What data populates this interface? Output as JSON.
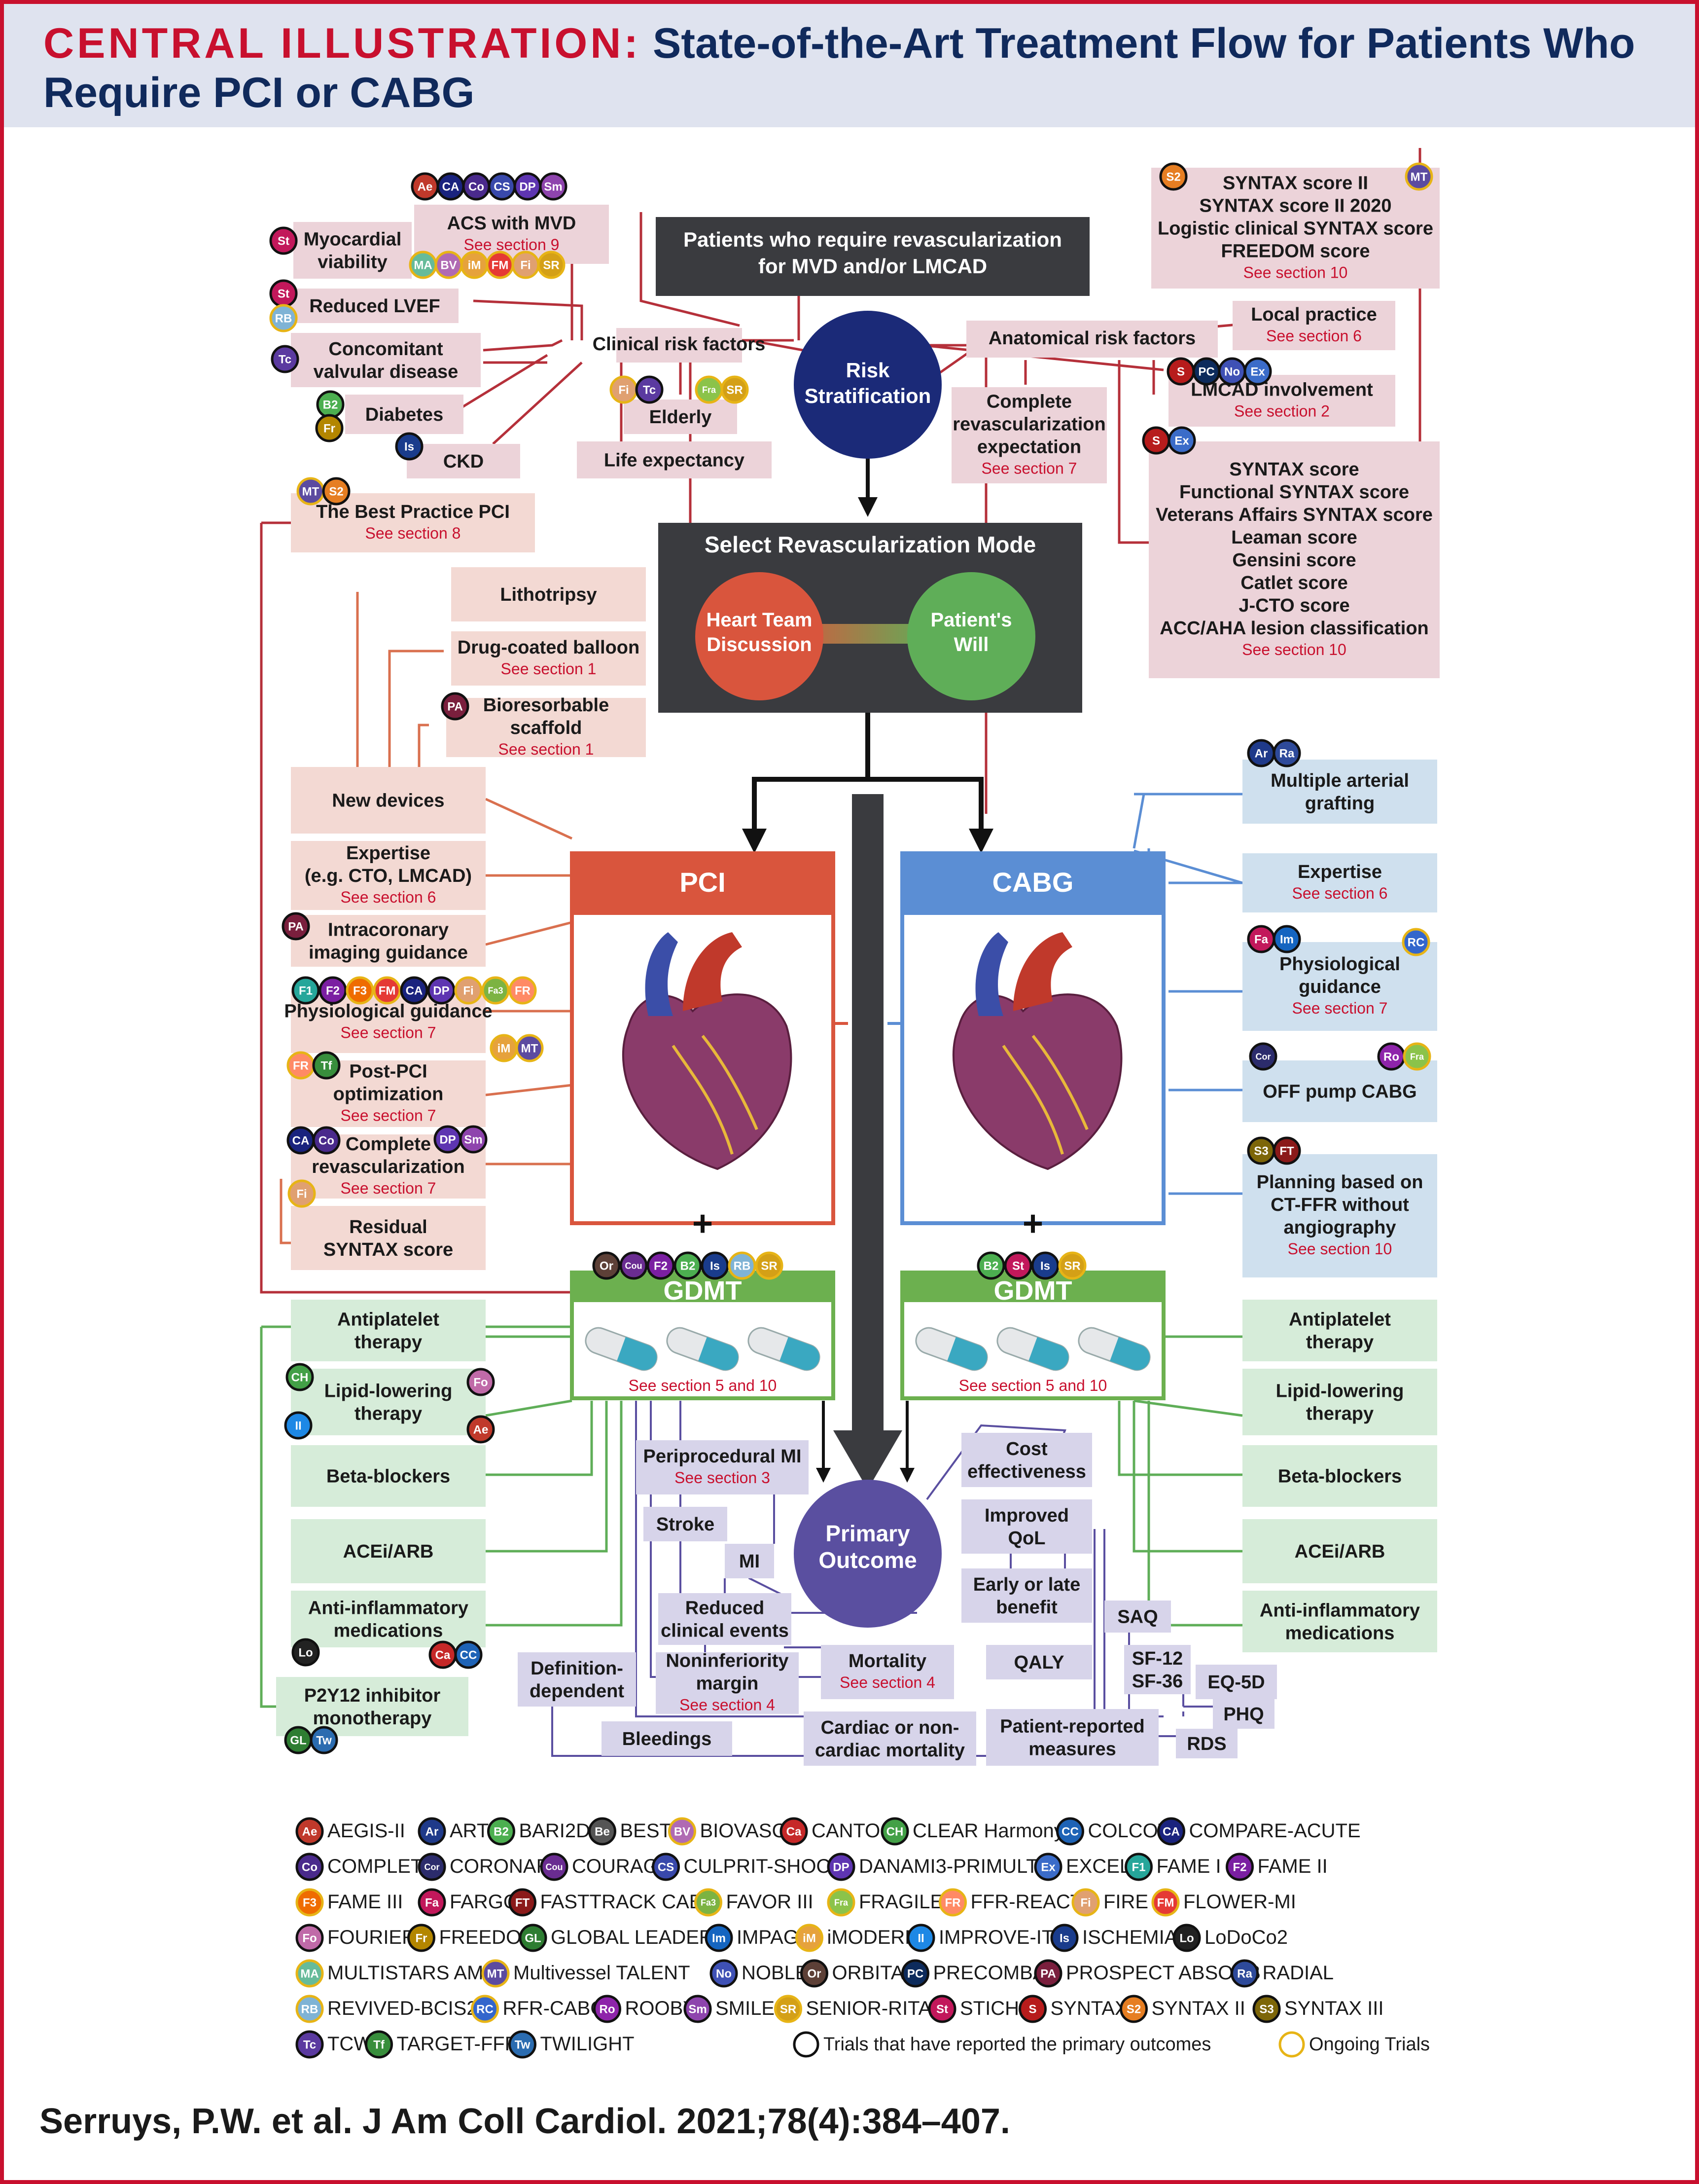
{
  "header": {
    "label": "CENTRAL ILLUSTRATION:",
    "title": "State-of-the-Art Treatment Flow for Patients Who Require PCI or CABG"
  },
  "citation": "Serruys, P.W. et al. J Am Coll Cardiol. 2021;78(4):384–407.",
  "top": {
    "patients": [
      "Patients who require revascularization",
      "for MVD and/or LMCAD"
    ],
    "risk": [
      "Risk",
      "Stratification"
    ],
    "clinical": "Clinical risk factors",
    "anatomical": "Anatomical risk factors",
    "select": "Select Revascularization Mode",
    "heart_team": [
      "Heart Team",
      "Discussion"
    ],
    "patient_will": [
      "Patient's",
      "Will"
    ]
  },
  "boxes": {
    "acs": {
      "lines": [
        "ACS with MVD"
      ],
      "ref": "See section 9"
    },
    "myo": {
      "lines": [
        "Myocardial",
        "viability"
      ]
    },
    "lvef": {
      "lines": [
        "Reduced LVEF"
      ]
    },
    "valv": {
      "lines": [
        "Concomitant",
        "valvular disease"
      ]
    },
    "diab": {
      "lines": [
        "Diabetes"
      ]
    },
    "ckd": {
      "lines": [
        "CKD"
      ]
    },
    "elderly": {
      "lines": [
        "Elderly"
      ]
    },
    "life": {
      "lines": [
        "Life expectancy"
      ]
    },
    "syntax2": {
      "lines": [
        "SYNTAX score II",
        "SYNTAX score II 2020",
        "Logistic clinical SYNTAX score",
        "FREEDOM score"
      ],
      "ref": "See section 10"
    },
    "local": {
      "lines": [
        "Local practice"
      ],
      "ref": "See section 6"
    },
    "complete_exp": {
      "lines": [
        "Complete",
        "revascularization",
        "expectation"
      ],
      "ref": "See section 7"
    },
    "lmcad": {
      "lines": [
        "LMCAD involvement"
      ],
      "ref": "See section 2"
    },
    "syntax": {
      "lines": [
        "SYNTAX score",
        "Functional SYNTAX score",
        "Veterans Affairs SYNTAX score",
        "Leaman score",
        "Gensini score",
        "Catlet score",
        "J-CTO score",
        "ACC/AHA lesion classification"
      ],
      "ref": "See section 10"
    },
    "bestpci": {
      "lines": [
        "The Best Practice PCI"
      ],
      "ref": "See section 8"
    },
    "litho": {
      "lines": [
        "Lithotripsy"
      ]
    },
    "dcb": {
      "lines": [
        "Drug-coated balloon"
      ],
      "ref": "See section 1"
    },
    "brs": {
      "lines": [
        "Bioresorbable",
        "scaffold"
      ],
      "ref": "See section 1"
    },
    "newdev": {
      "lines": [
        "New devices"
      ]
    },
    "expertise_l": {
      "lines": [
        "Expertise",
        "(e.g. CTO, LMCAD)"
      ],
      "ref": "See section 6"
    },
    "ivi": {
      "lines": [
        "Intracoronary",
        "imaging guidance"
      ]
    },
    "physio_l": {
      "lines": [
        "Physiological guidance"
      ],
      "ref": "See section 7"
    },
    "postpci": {
      "lines": [
        "Post-PCI",
        "optimization"
      ],
      "ref": "See section 7"
    },
    "complete_l": {
      "lines": [
        "Complete",
        "revascularization"
      ],
      "ref": "See section 7"
    },
    "residual": {
      "lines": [
        "Residual",
        "SYNTAX score"
      ]
    },
    "maf": {
      "lines": [
        "Multiple arterial",
        "grafting"
      ]
    },
    "expertise_r": {
      "lines": [
        "Expertise"
      ],
      "ref": "See section 6"
    },
    "physio_r": {
      "lines": [
        "Physiological",
        "guidance"
      ],
      "ref": "See section 7"
    },
    "offpump": {
      "lines": [
        "OFF pump CABG"
      ]
    },
    "planning": {
      "lines": [
        "Planning based on",
        "CT-FFR without",
        "angiography"
      ],
      "ref": "See section 10"
    },
    "anti_l": {
      "lines": [
        "Antiplatelet",
        "therapy"
      ]
    },
    "lipid_l": {
      "lines": [
        "Lipid-lowering",
        "therapy"
      ]
    },
    "beta_l": {
      "lines": [
        "Beta-blockers"
      ]
    },
    "acei_l": {
      "lines": [
        "ACEi/ARB"
      ]
    },
    "inflam_l": {
      "lines": [
        "Anti-inflammatory",
        "medications"
      ]
    },
    "p2y12": {
      "lines": [
        "P2Y12 inhibitor",
        "monotherapy"
      ]
    },
    "anti_r": {
      "lines": [
        "Antiplatelet",
        "therapy"
      ]
    },
    "lipid_r": {
      "lines": [
        "Lipid-lowering",
        "therapy"
      ]
    },
    "beta_r": {
      "lines": [
        "Beta-blockers"
      ]
    },
    "acei_r": {
      "lines": [
        "ACEi/ARB"
      ]
    },
    "inflam_r": {
      "lines": [
        "Anti-inflammatory",
        "medications"
      ]
    },
    "periproc": {
      "lines": [
        "Periprocedural MI"
      ],
      "ref": "See section 3"
    },
    "stroke": {
      "lines": [
        "Stroke"
      ]
    },
    "mi": {
      "lines": [
        "MI"
      ]
    },
    "reduced": {
      "lines": [
        "Reduced",
        "clinical events"
      ]
    },
    "defdep": {
      "lines": [
        "Definition-",
        "dependent"
      ]
    },
    "noninf": {
      "lines": [
        "Noninferiority",
        "margin"
      ],
      "ref": "See section 4"
    },
    "mortality": {
      "lines": [
        "Mortality"
      ],
      "ref": "See section 4"
    },
    "bleedings": {
      "lines": [
        "Bleedings"
      ]
    },
    "cardiac": {
      "lines": [
        "Cardiac or non-",
        "cardiac mortality"
      ]
    },
    "cost": {
      "lines": [
        "Cost",
        "effectiveness"
      ]
    },
    "qol": {
      "lines": [
        "Improved",
        "QoL"
      ]
    },
    "earlylate": {
      "lines": [
        "Early or late",
        "benefit"
      ]
    },
    "qaly": {
      "lines": [
        "QALY"
      ]
    },
    "saq": {
      "lines": [
        "SAQ"
      ]
    },
    "sf": {
      "lines": [
        "SF-12",
        "SF-36"
      ]
    },
    "eq5d": {
      "lines": [
        "EQ-5D"
      ]
    },
    "phq": {
      "lines": [
        "PHQ"
      ]
    },
    "rds": {
      "lines": [
        "RDS"
      ]
    },
    "prm": {
      "lines": [
        "Patient-reported",
        "measures"
      ]
    }
  },
  "pci": {
    "title": "PCI",
    "gdmt": "GDMT",
    "ref": "See section 5 and 10"
  },
  "cabg": {
    "title": "CABG",
    "gdmt": "GDMT",
    "ref": "See section 5 and 10"
  },
  "primary": [
    "Primary",
    "Outcome"
  ],
  "legend": {
    "rows": [
      [
        [
          "Ae",
          "AEGIS-II",
          "#c0392b",
          "r"
        ],
        [
          "Ar",
          "ART",
          "#1f3a8a",
          "r"
        ],
        [
          "B2",
          "BARI2D",
          "#4caf50",
          "r"
        ],
        [
          "Be",
          "BEST",
          "#555555",
          "r"
        ],
        [
          "BV",
          "BIOVASC",
          "#b06ab3",
          "o"
        ],
        [
          "Ca",
          "CANTOS",
          "#c62828",
          "r"
        ],
        [
          "CH",
          "CLEAR Harmony",
          "#43a047",
          "r"
        ],
        [
          "CC",
          "COLCOT",
          "#1e63b6",
          "r"
        ],
        [
          "CA",
          "COMPARE-ACUTE",
          "#1a237e",
          "r"
        ]
      ],
      [
        [
          "Co",
          "COMPLETE",
          "#4a2a8c",
          "r"
        ],
        [
          "Cor",
          "CORONARY",
          "#2c2c6c",
          "r"
        ],
        [
          "Cou",
          "COURAGE",
          "#6a2c91",
          "r"
        ],
        [
          "CS",
          "CULPRIT-SHOCK",
          "#3949ab",
          "r"
        ],
        [
          "DP",
          "DANAMI3-PRIMULTI",
          "#5e35b1",
          "r"
        ],
        [
          "Ex",
          "EXCEL",
          "#3b6cc9",
          "r"
        ],
        [
          "F1",
          "FAME I",
          "#26a69a",
          "r"
        ],
        [
          "F2",
          "FAME II",
          "#7b1fa2",
          "r"
        ]
      ],
      [
        [
          "F3",
          "FAME III",
          "#ef6c00",
          "o"
        ],
        [
          "Fa",
          "FARGO",
          "#c2185b",
          "r"
        ],
        [
          "FT",
          "FASTTRACK CABG",
          "#8b1a1a",
          "r"
        ],
        [
          "Fa3",
          "FAVOR III",
          "#7cb342",
          "o"
        ],
        [
          "Fra",
          "FRAGILE",
          "#8bc34a",
          "o"
        ],
        [
          "FR",
          "FFR-REACT",
          "#ff8a65",
          "o"
        ],
        [
          "Fi",
          "FIRE",
          "#e0a070",
          "o"
        ],
        [
          "FM",
          "FLOWER-MI",
          "#e53935",
          "o"
        ]
      ],
      [
        [
          "Fo",
          "FOURIER",
          "#c06aa8",
          "r"
        ],
        [
          "Fr",
          "FREEDOM",
          "#b38600",
          "r"
        ],
        [
          "GL",
          "GLOBAL LEADERS",
          "#2e7d32",
          "r"
        ],
        [
          "Im",
          "IMPAG",
          "#1565c0",
          "r"
        ],
        [
          "iM",
          "iMODERN",
          "#e6a23c",
          "o"
        ],
        [
          "II",
          "IMPROVE-IT",
          "#1e88e5",
          "r"
        ],
        [
          "Is",
          "ISCHEMIA",
          "#1a3c8c",
          "r"
        ],
        [
          "Lo",
          "LoDoCo2",
          "#222222",
          "r"
        ]
      ],
      [
        [
          "MA",
          "MULTISTARS AMI",
          "#66bb9a",
          "o"
        ],
        [
          "MT",
          "Multivessel TALENT",
          "#5c4ba0",
          "o"
        ],
        [
          "No",
          "NOBLE",
          "#3f51b5",
          "r"
        ],
        [
          "Or",
          "ORBITA",
          "#5d4037",
          "r"
        ],
        [
          "PC",
          "PRECOMBAT",
          "#0d2b5c",
          "r"
        ],
        [
          "PA",
          "PROSPECT ABSORB",
          "#7a1f3d",
          "r"
        ],
        [
          "Ra",
          "RADIAL",
          "#2e4a9a",
          "r"
        ]
      ],
      [
        [
          "RB",
          "REVIVED-BCIS2",
          "#7fb3d5",
          "o"
        ],
        [
          "RC",
          "RFR-CABG",
          "#3366cc",
          "o"
        ],
        [
          "Ro",
          "ROOBY",
          "#8e24aa",
          "r"
        ],
        [
          "Sm",
          "SMILE",
          "#8e44ad",
          "r"
        ],
        [
          "SR",
          "SENIOR-RITA",
          "#d4a017",
          "o"
        ],
        [
          "St",
          "STICH",
          "#c2185b",
          "r"
        ],
        [
          "S",
          "SYNTAX",
          "#b71c1c",
          "r"
        ],
        [
          "S2",
          "SYNTAX II",
          "#e67e22",
          "r"
        ],
        [
          "S3",
          "SYNTAX III",
          "#7d6608",
          "r"
        ]
      ],
      [
        [
          "Tc",
          "TCW",
          "#5b3aa0",
          "r"
        ],
        [
          "Tf",
          "TARGET-FFR",
          "#388e3c",
          "r"
        ],
        [
          "Tw",
          "TWILIGHT",
          "#2b6cb0",
          "r"
        ]
      ]
    ],
    "reported": "Trials that have reported the primary outcomes",
    "ongoing": "Ongoing Trials"
  },
  "colors": {
    "pink": "#ecd3d9",
    "peach": "#f3d9d3",
    "blue": "#cfe0ee",
    "green": "#d6ecd9",
    "lav": "#d7d4ea",
    "navy": "#1b2a78",
    "dark": "#3a3b3f",
    "pci": "#d9553d",
    "cabg": "#5b8ed4",
    "gdmt": "#6cb04f",
    "accent": "#c8102e"
  }
}
